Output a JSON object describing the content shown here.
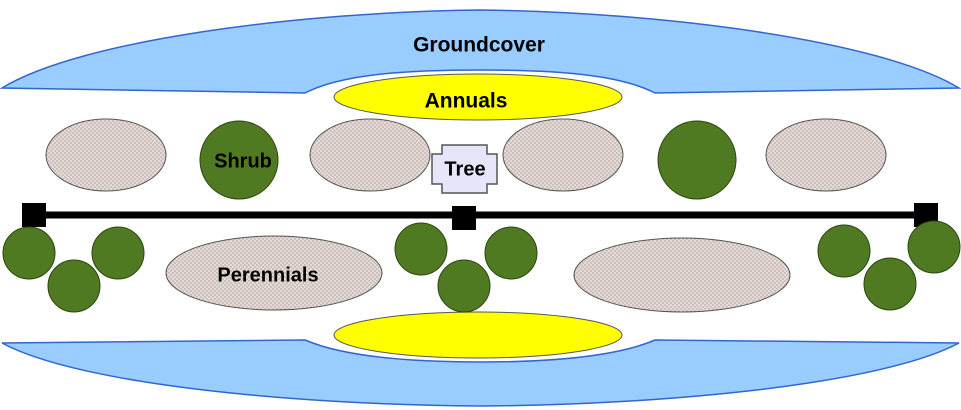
{
  "labels": {
    "groundcover": "Groundcover",
    "annuals": "Annuals",
    "shrub": "Shrub",
    "tree": "Tree",
    "perennials": "Perennials"
  },
  "colors": {
    "groundcover_fill": "#99ccff",
    "groundcover_stroke": "#3366cc",
    "annuals_fill": "#ffff00",
    "perennial_fill": "#e0d4d0",
    "perennial_stroke": "#555555",
    "shrub_fill": "#4f7a22",
    "shrub_stroke": "#2d4612",
    "tree_fill": "#e6e6fa",
    "line_color": "#000000"
  }
}
